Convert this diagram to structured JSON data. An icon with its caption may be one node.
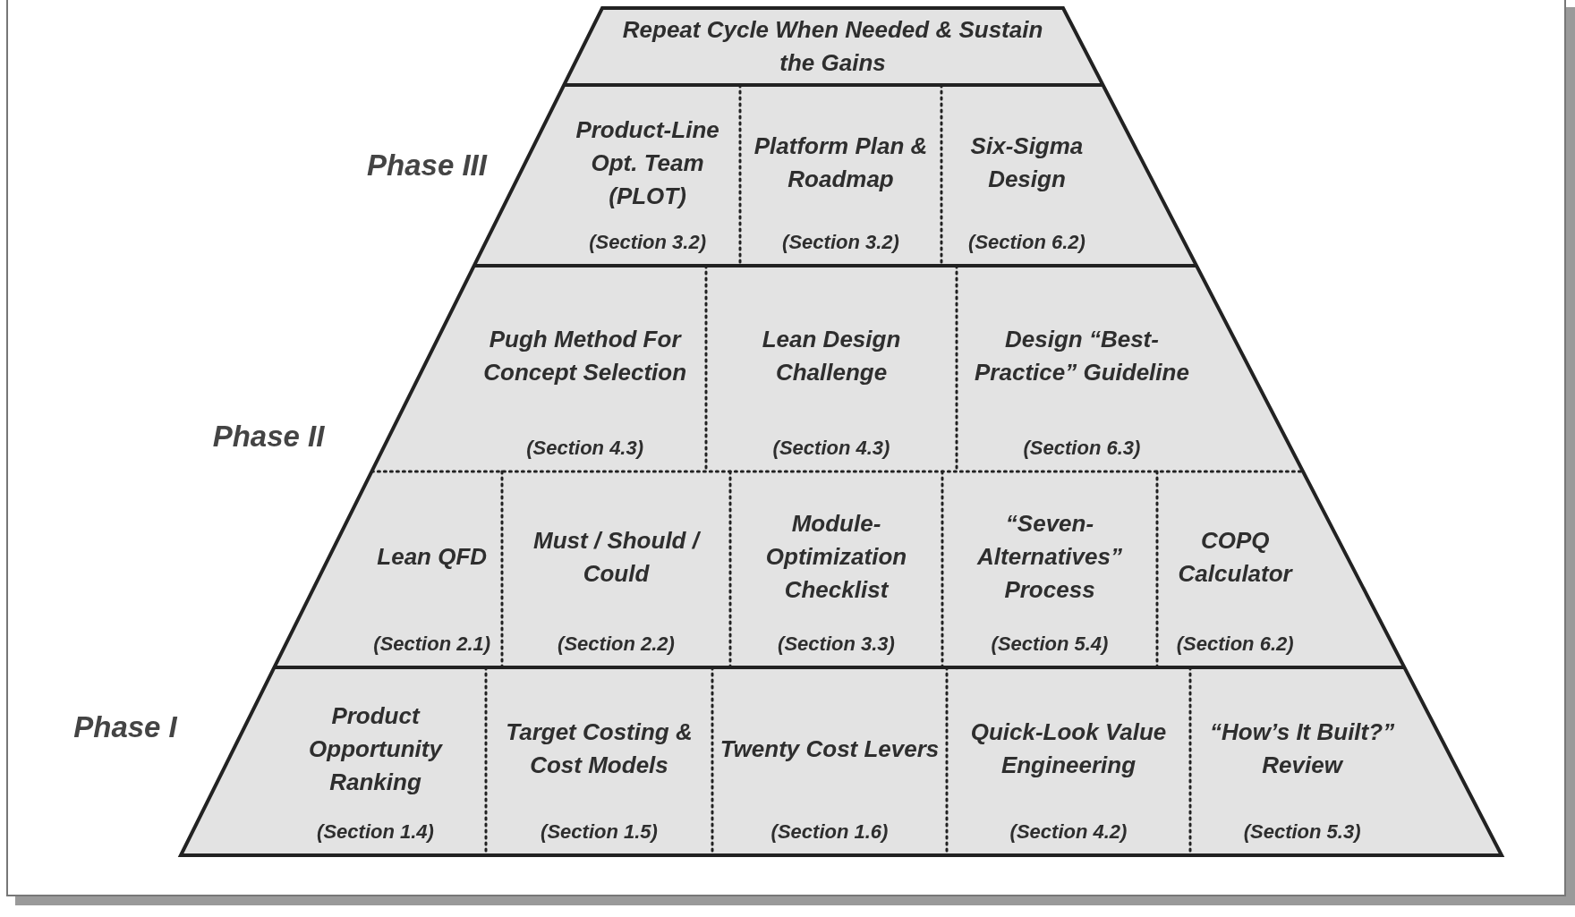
{
  "diagram": {
    "nodes": [
      {
        "text": [
          "Repeat Cycle When Needed & Sustain the Gains"
        ]
      },
      {
        "text": [
          "Product-Line Opt. Team (PLOT)",
          "(Section 3.2)"
        ]
      },
      {
        "text": [
          "Platform Plan & Roadmap",
          "(Section 3.2)"
        ]
      },
      {
        "text": [
          "Six-Sigma Design",
          "(Section 6.2)"
        ]
      },
      {
        "text": [
          "Pugh Method For Concept Selection",
          "(Section 4.3)"
        ]
      },
      {
        "text": [
          "Lean Design Challenge",
          "(Section 4.3)"
        ]
      },
      {
        "text": [
          "Design “Best-Practice” Guideline",
          "(Section 6.3)"
        ]
      },
      {
        "text": [
          "Lean QFD",
          "(Section 2.1)"
        ]
      },
      {
        "text": [
          "Must / Should / Could",
          "(Section 2.2)"
        ]
      },
      {
        "text": [
          "Module-Optimization Checklist",
          "(Section 3.3)"
        ]
      },
      {
        "text": [
          "“Seven-Alternatives” Process",
          "(Section 5.4)"
        ]
      },
      {
        "text": [
          "COPQ Calculator",
          "(Section 6.2)"
        ]
      },
      {
        "text": [
          "Product Opportunity Ranking",
          "(Section 1.4)"
        ]
      },
      {
        "text": [
          "Target Costing & Cost Models",
          "(Section 1.5)"
        ]
      },
      {
        "text": [
          "Twenty Cost Levers",
          "(Section 1.6)"
        ]
      },
      {
        "text": [
          "Quick-Look Value Engineering",
          "(Section 4.2)"
        ]
      },
      {
        "text": [
          "“How’s It Built?” Review",
          "(Section 5.3)"
        ]
      }
    ],
    "labels": [
      "Phase III",
      "Phase II",
      "Phase I"
    ]
  }
}
